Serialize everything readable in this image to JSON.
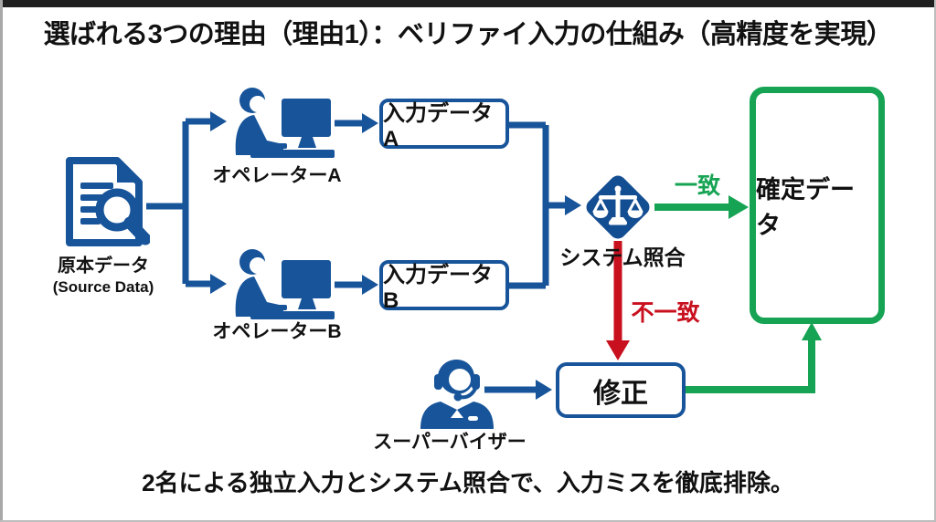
{
  "page": {
    "title": "選ばれる3つの理由（理由1）：ベリファイ入力の仕組み（高精度を実現）",
    "footer": "2名による独立入力とシステム照合で、入力ミスを徹底排除。"
  },
  "colors": {
    "icon_blue": "#17549a",
    "diamond_blue": "#134d92",
    "match_green": "#16a454",
    "mismatch_red": "#c8101e",
    "text": "#111111"
  },
  "diagram": {
    "source": {
      "label": "原本データ",
      "sublabel": "(Source Data)",
      "icon": "document-magnifier-icon"
    },
    "operator_a": {
      "label": "オペレーターA",
      "icon": "operator-at-computer-icon"
    },
    "operator_b": {
      "label": "オペレーターB",
      "icon": "operator-at-computer-icon"
    },
    "input_a": {
      "label": "入力データA"
    },
    "input_b": {
      "label": "入力データB"
    },
    "matching": {
      "label": "システム照合",
      "icon": "scales-icon"
    },
    "match_label": "一致",
    "mismatch_label": "不一致",
    "confirmed": {
      "label": "確定データ"
    },
    "correction": {
      "label": "修正"
    },
    "supervisor": {
      "label": "スーパーバイザー",
      "icon": "headset-person-icon"
    }
  }
}
